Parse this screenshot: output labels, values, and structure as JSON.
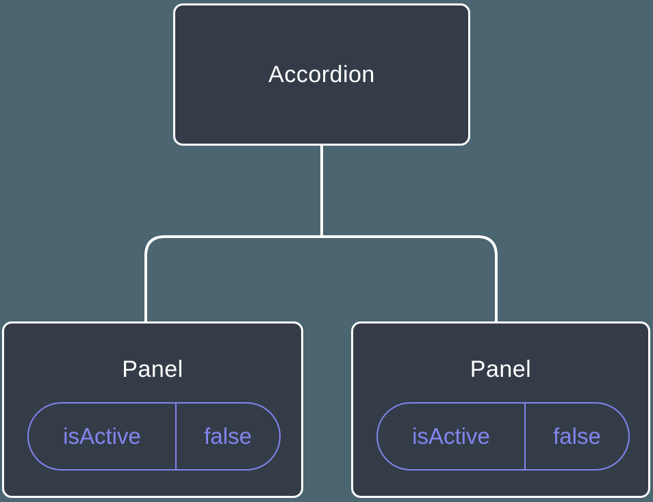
{
  "diagram": {
    "type": "component-tree",
    "root": {
      "label": "Accordion"
    },
    "children": [
      {
        "label": "Panel",
        "props": [
          {
            "name": "isActive",
            "value": "false"
          }
        ]
      },
      {
        "label": "Panel",
        "props": [
          {
            "name": "isActive",
            "value": "false"
          }
        ]
      }
    ],
    "colors": {
      "background": "#4b6670",
      "node_fill": "#343c48",
      "node_border": "#ffffff",
      "connector": "#ffffff",
      "state_accent": "#8285ee"
    }
  }
}
